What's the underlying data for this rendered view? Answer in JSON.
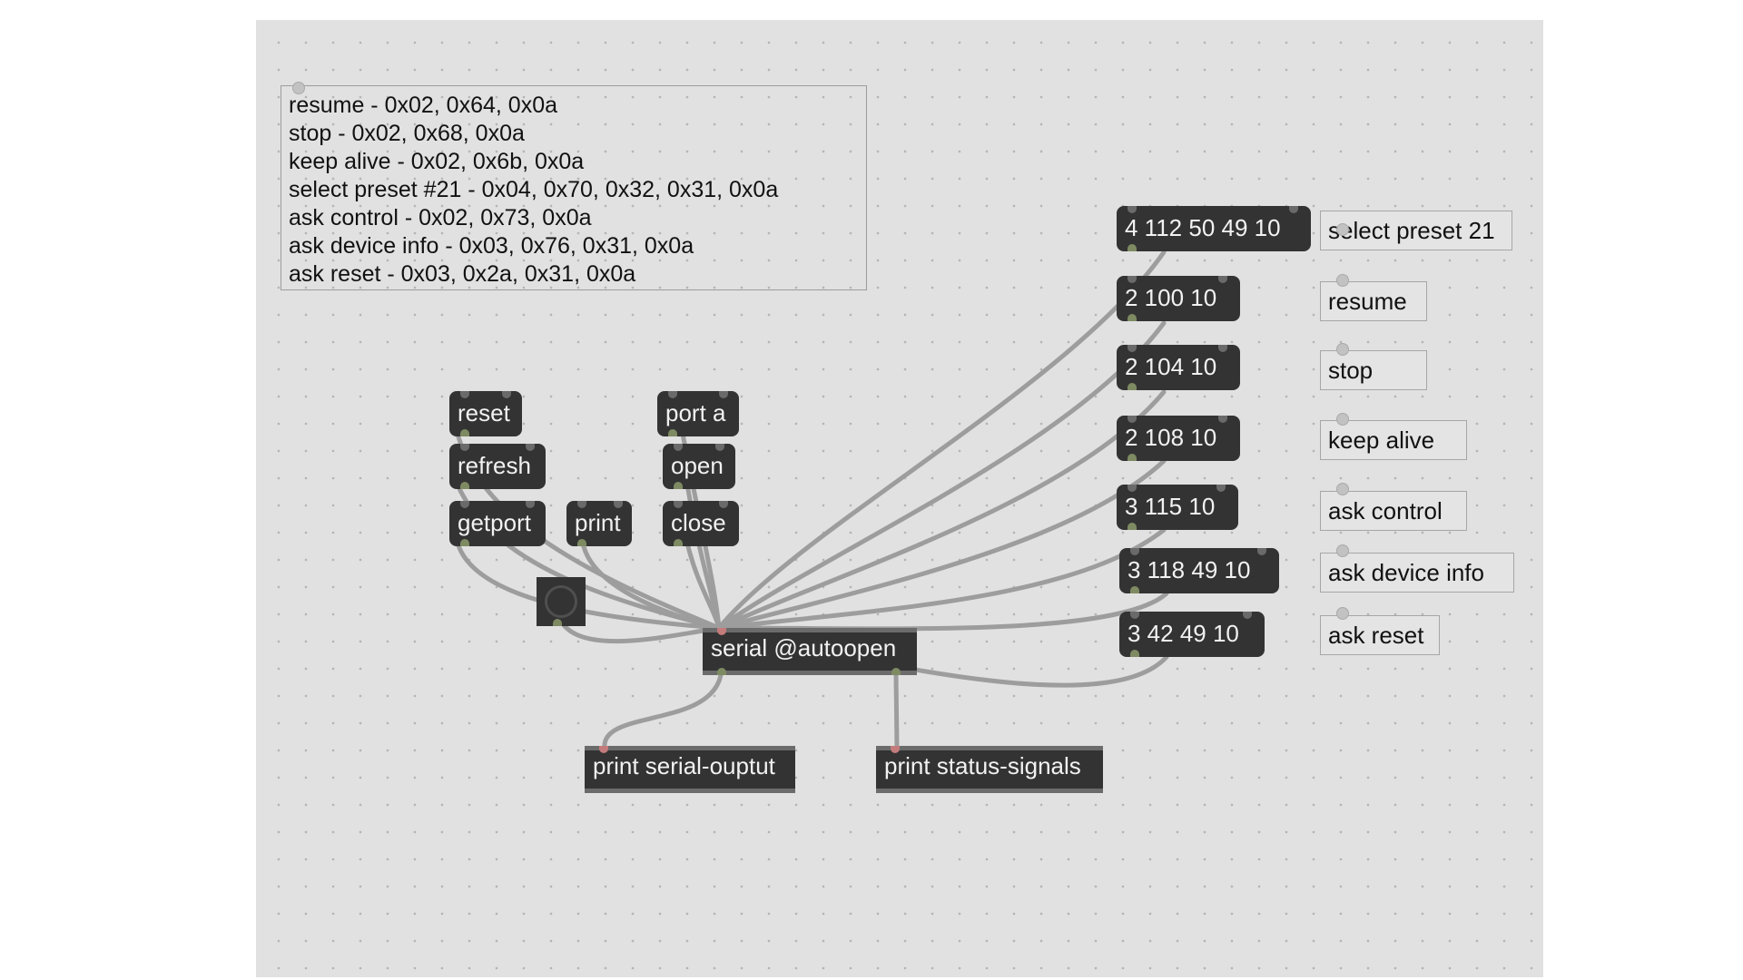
{
  "comment": {
    "lines": [
      "resume - 0x02, 0x64, 0x0a",
      "stop - 0x02, 0x68, 0x0a",
      "keep alive - 0x02, 0x6b, 0x0a",
      "select preset #21 - 0x04, 0x70, 0x32, 0x31, 0x0a",
      "ask control - 0x02, 0x73, 0x0a",
      "ask device info - 0x03, 0x76, 0x31, 0x0a",
      "ask reset - 0x03, 0x2a, 0x31, 0x0a"
    ]
  },
  "messages": {
    "reset": "reset",
    "refresh": "refresh",
    "getport": "getport",
    "print": "print",
    "port_a": "port a",
    "open": "open",
    "close": "close"
  },
  "byte_messages": [
    "4 112 50 49 10",
    "2 100 10",
    "2 104 10",
    "2 108 10",
    "3 115 10",
    "3 118 49 10",
    "3 42 49 10"
  ],
  "byte_labels": [
    "select preset 21",
    "resume",
    "stop",
    "keep alive",
    "ask control",
    "ask device info",
    "ask reset"
  ],
  "objects": {
    "serial": "serial @autoopen",
    "print_serial": "print serial-ouptut",
    "print_status": "print status-signals"
  },
  "colors": {
    "canvas": "#e1e1e1",
    "object_fill": "#333333",
    "patchcord": "#9d9d9d"
  }
}
